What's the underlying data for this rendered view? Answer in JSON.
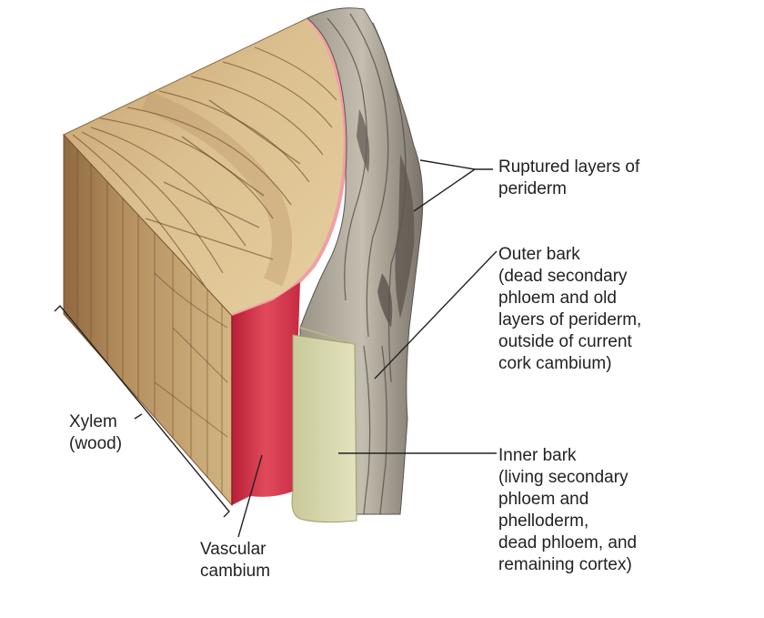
{
  "labels": {
    "ruptured": {
      "lines": [
        "Ruptured layers of",
        "periderm"
      ]
    },
    "outer_bark": {
      "lines": [
        "Outer bark",
        "(dead secondary",
        "phloem and old",
        "layers of periderm,",
        "outside of current",
        "cork cambium)"
      ]
    },
    "inner_bark": {
      "lines": [
        "Inner bark",
        "(living secondary",
        "phloem and",
        "phelloderm,",
        "dead phloem, and",
        "remaining cortex)"
      ]
    },
    "xylem": {
      "lines": [
        "Xylem",
        "(wood)"
      ]
    },
    "vascular_cambium": {
      "lines": [
        "Vascular",
        "cambium"
      ]
    }
  },
  "colors": {
    "wood_light": "#d8bb8e",
    "wood_dark": "#a98357",
    "cambium": "#d6344a",
    "inner_bark": "#dcdcb2",
    "outer_bark": "#8c857c",
    "leader": "#222222"
  }
}
